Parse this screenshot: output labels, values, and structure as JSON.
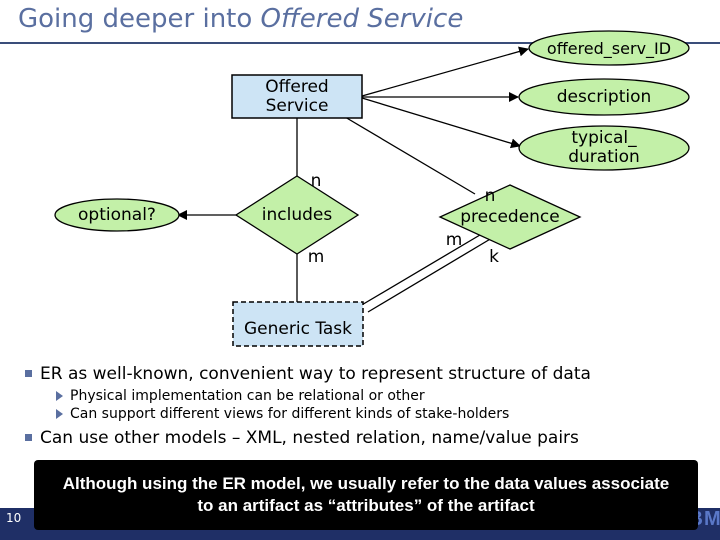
{
  "title": {
    "main": "Going deeper into ",
    "emphasis": "Offered Service"
  },
  "diagram": {
    "entities": {
      "offered_service": "Offered\nService",
      "generic_task": "Generic Task"
    },
    "attributes": {
      "offered_serv_id": "offered_serv_ID",
      "description": "description",
      "typical_duration": "typical_\nduration",
      "optional": "optional?"
    },
    "relationships": {
      "includes": "includes",
      "precedence": "precedence"
    },
    "cardinalities": {
      "includes_top": "n",
      "includes_bottom": "m",
      "precedence_top": "n",
      "precedence_left": "m",
      "precedence_right": "k"
    }
  },
  "bullets": [
    {
      "text": "ER as well-known, convenient way to represent structure of data",
      "sub": [
        "Physical implementation can be relational or other",
        "Can support different views for different kinds of stake-holders"
      ]
    },
    {
      "text": "Can use other models – XML, nested relation, name/value pairs",
      "sub": []
    }
  ],
  "callout": "Although using the ER model, we usually refer to the data values associate to an artifact as “attributes” of the artifact",
  "footer": {
    "page_number": "10",
    "logo": "IBM"
  },
  "colors": {
    "title": "#5a6fa0",
    "entity_fill": "#cde4f5",
    "attribute_fill": "#c3f0a8",
    "relationship_fill": "#c3f0a8",
    "callout_bg": "#000000",
    "footer_bg": "#1f2f66"
  }
}
